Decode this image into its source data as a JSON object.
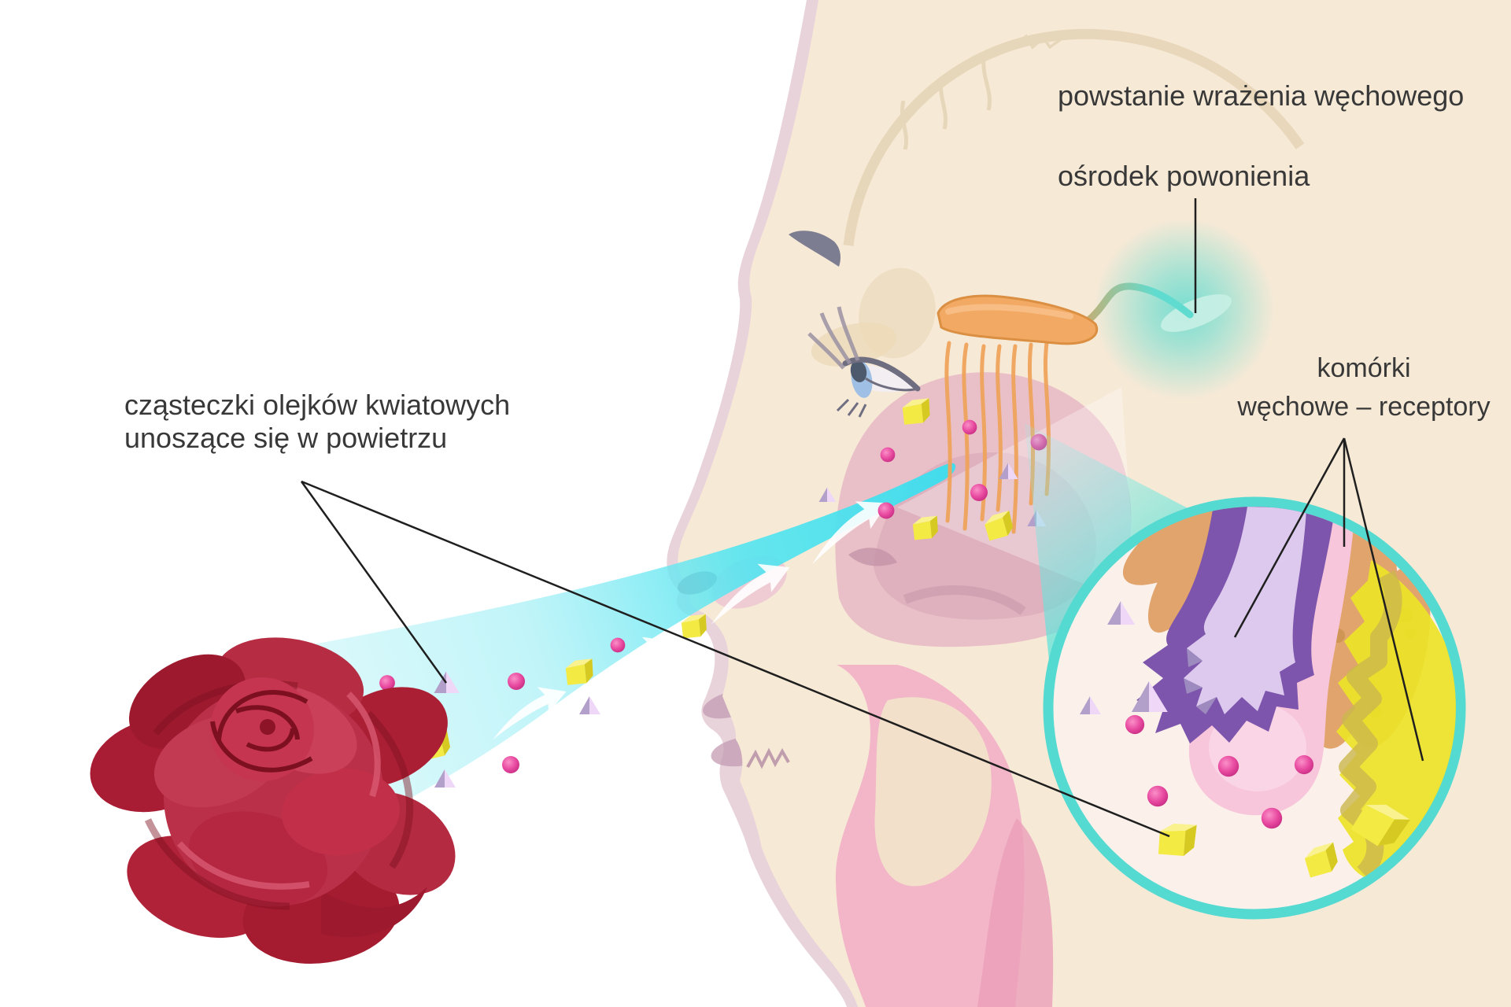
{
  "labels": {
    "sensation": "powstanie wrażenia węchowego",
    "smell_center": "ośrodek powonienia",
    "receptors_line1": "komórki",
    "receptors_line2": "węchowe – receptory",
    "particles_line1": "cząsteczki olejków kwiatowych",
    "particles_line2": "unoszące się w powietrzu"
  },
  "colors": {
    "skin": "#f6e9d6",
    "back_silhouette": "#d9b6c3",
    "nasal_cavity_pink": "#e7b9c6",
    "airflow_cyan": "#49dfe8",
    "olfactory_bulb_orange": "#f2a963",
    "smell_center_glow": "#4ad8cc",
    "magnifier_rim": "#55dad1",
    "magnifier_bg": "#fbf1ea",
    "receptor_cell_purple": "#7d55ac",
    "receptor_cell_lavender": "#dcc9ed",
    "receptor_cell_pink": "#f7c6da",
    "supporting_cell_tan": "#e1a46d",
    "receptor_cell_yellow": "#ebe327",
    "molecule_sphere_pink": "#e0419c",
    "molecule_cube_yellow": "#f3ea43",
    "molecule_pyramid_lavender": "#e3c8f0",
    "rose_red": "#b02238",
    "pointer_line": "#1f1f1f",
    "label_text": "#383838"
  }
}
